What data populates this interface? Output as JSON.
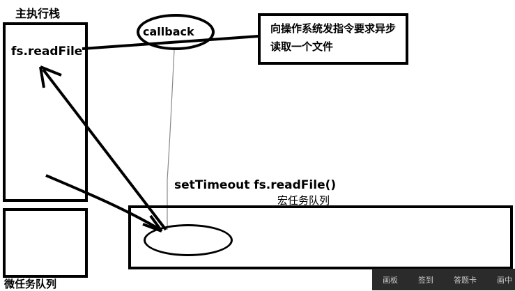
{
  "diagram": {
    "main_stack_title": "主执行栈",
    "main_stack_item": "fs.readFile",
    "callback": "callback",
    "os_instruction": "向操作系统发指令要求异步读取一个文件",
    "timeout_label": "setTimeout  fs.readFile()",
    "macro_queue_title": "宏任务队列",
    "micro_queue_title": "微任务队列"
  },
  "toolbar": {
    "items": [
      "画板",
      "签到",
      "答题卡",
      "画中"
    ]
  }
}
